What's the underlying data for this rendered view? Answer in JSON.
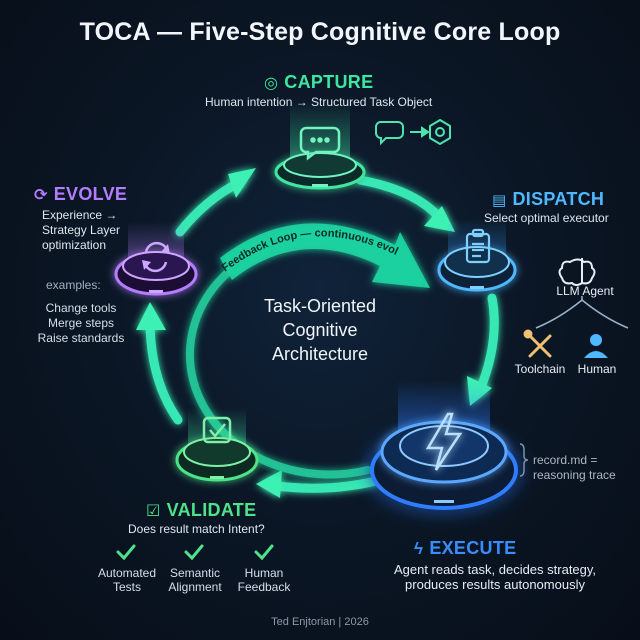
{
  "title": "TOCA — Five-Step Cognitive Core Loop",
  "center": {
    "line1": "Task-Oriented",
    "line2": "Cognitive",
    "line3": "Architecture"
  },
  "feedback_loop_label": "Feedback Loop — continuous evolution",
  "capture": {
    "title": "CAPTURE",
    "subtitle": "Human intention → Structured Task Object",
    "icon": "target-icon"
  },
  "dispatch": {
    "title": "DISPATCH",
    "subtitle": "Select optimal executor",
    "agent_label": "LLM Agent",
    "toolchain_label": "Toolchain",
    "human_label": "Human",
    "icon": "clipboard-icon"
  },
  "execute": {
    "title": "EXECUTE",
    "line1": "Agent reads task, decides strategy,",
    "line2": "produces results autonomously",
    "record_line1": "record.md =",
    "record_line2": "reasoning trace",
    "icon": "lightning-icon"
  },
  "validate": {
    "title": "VALIDATE",
    "subtitle": "Does result match Intent?",
    "checks": [
      {
        "line1": "Automated",
        "line2": "Tests"
      },
      {
        "line1": "Semantic",
        "line2": "Alignment"
      },
      {
        "line1": "Human",
        "line2": "Feedback"
      }
    ],
    "icon": "checkbox-icon"
  },
  "evolve": {
    "title": "EVOLVE",
    "line1": "Experience →",
    "line2": "Strategy Layer",
    "line3": "optimization",
    "examples_label": "examples:",
    "examples": [
      "Change tools",
      "Merge steps",
      "Raise standards"
    ],
    "icon": "refresh-icon"
  },
  "credit": "Ted Enjtorian | 2026",
  "colors": {
    "capture": "#3fe6a0",
    "dispatch": "#4fb8ff",
    "execute": "#3a8cff",
    "validate": "#4ee38a",
    "evolve": "#b47cff",
    "arrow": "#3ef0b4"
  }
}
